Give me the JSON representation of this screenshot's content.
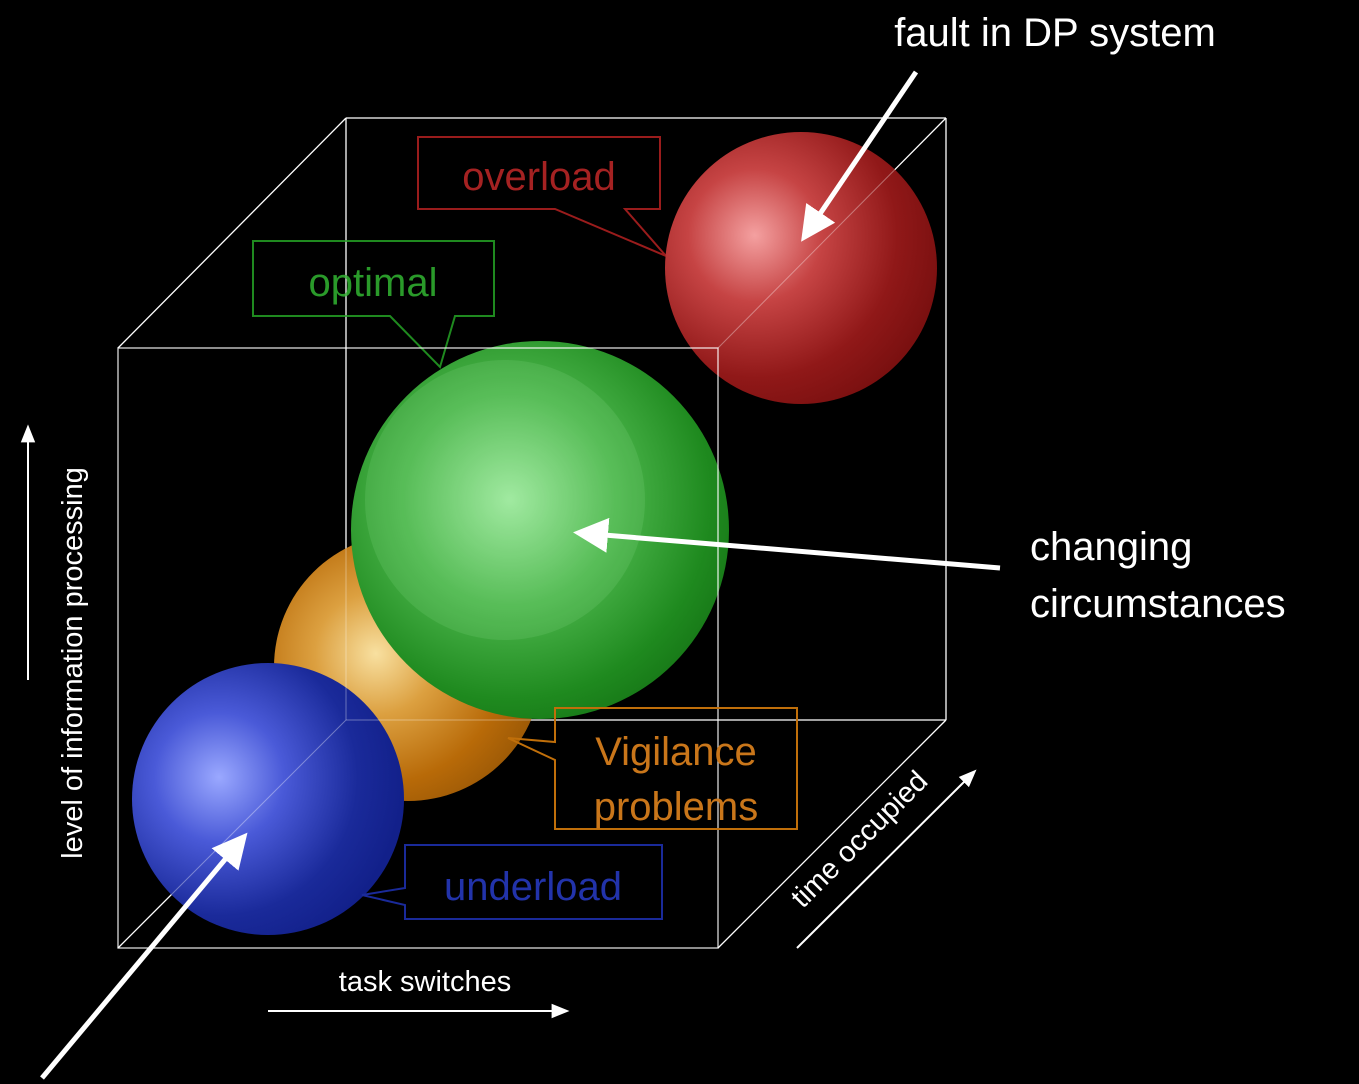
{
  "labels": {
    "fault": "fault in DP system",
    "changing_line1": "changing",
    "changing_line2": "circumstances",
    "overload": "overload",
    "optimal": "optimal",
    "vigilance_line1": "Vigilance",
    "vigilance_line2": "problems",
    "underload": "underload",
    "axis_y": "level of information processing",
    "axis_x": "task switches",
    "axis_z": "time occupied"
  },
  "colors": {
    "background": "#000000",
    "text": "#ffffff",
    "overload": "#8b1a1a",
    "optimal": "#1f8a1f",
    "vigilance": "#c06f0a",
    "underload": "#1a2a9a"
  }
}
